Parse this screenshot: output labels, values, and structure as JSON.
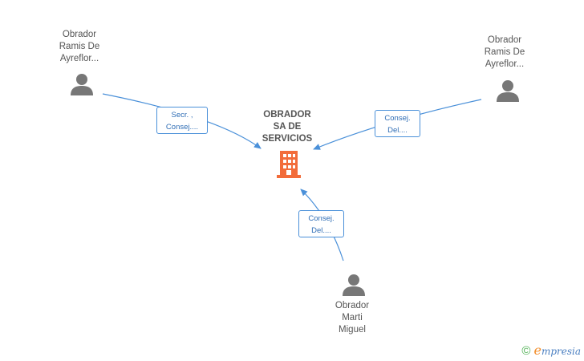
{
  "center": {
    "name": "OBRADOR\nSA DE\nSERVICIOS",
    "icon": "building-icon",
    "icon_color": "#f26c3a"
  },
  "people": [
    {
      "name": "Obrador\nRamis De\nAyreflor...",
      "icon": "person-icon",
      "role": "Secr. ,\nConsej...."
    },
    {
      "name": "Obrador\nRamis De\nAyreflor...",
      "icon": "person-icon",
      "role": "Consej.\nDel...."
    },
    {
      "name": "Obrador\nMarti\nMiguel",
      "icon": "person-icon",
      "role": "Consej.\nDel...."
    }
  ],
  "colors": {
    "edge": "#4a90d9",
    "person_icon": "#777777",
    "label_text": "#555555"
  },
  "footer": {
    "copyright": "©",
    "brand_initial": "e",
    "brand_rest": "mpresia"
  }
}
